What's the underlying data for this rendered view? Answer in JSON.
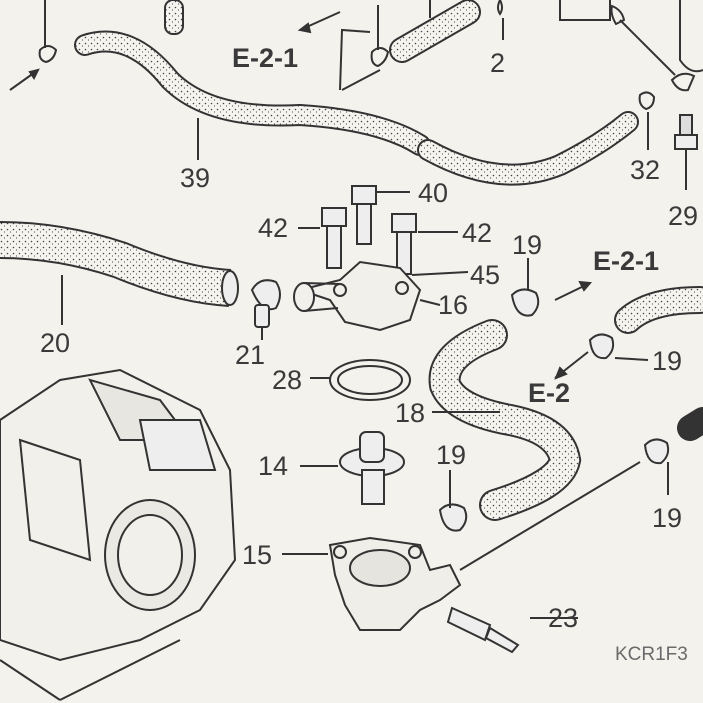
{
  "diagram": {
    "part_numbers": {
      "p2": "2",
      "p14": "14",
      "p15": "15",
      "p16": "16",
      "p18": "18",
      "p19a": "19",
      "p19b": "19",
      "p19c": "19",
      "p19d": "19",
      "p20": "20",
      "p21": "21",
      "p23": "23",
      "p28": "28",
      "p29": "29",
      "p32": "32",
      "p39": "39",
      "p40": "40",
      "p42a": "42",
      "p42b": "42",
      "p45": "45"
    },
    "references": {
      "ref_top": "E-2-1",
      "ref_right": "E-2-1",
      "ref_mid": "E-2"
    },
    "figure_code": "KCR1F3"
  }
}
